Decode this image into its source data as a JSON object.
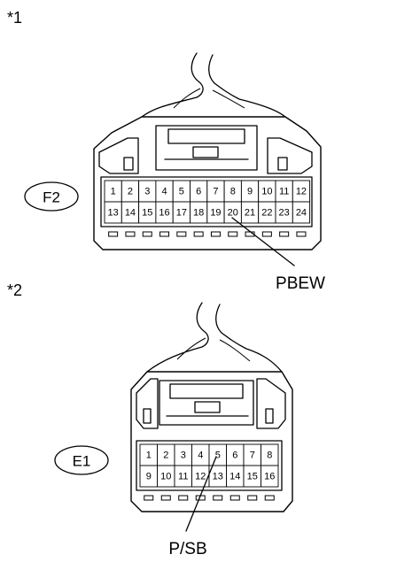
{
  "connectors": [
    {
      "ref_mark": "*1",
      "code": "F2",
      "pins_top": [
        "1",
        "2",
        "3",
        "4",
        "5",
        "6",
        "7",
        "8",
        "9",
        "10",
        "11",
        "12"
      ],
      "pins_bottom": [
        "13",
        "14",
        "15",
        "16",
        "17",
        "18",
        "19",
        "20",
        "21",
        "22",
        "23",
        "24"
      ],
      "callout": {
        "label": "PBEW",
        "pin": "20"
      }
    },
    {
      "ref_mark": "*2",
      "code": "E1",
      "pins_top": [
        "1",
        "2",
        "3",
        "4",
        "5",
        "6",
        "7",
        "8"
      ],
      "pins_bottom": [
        "9",
        "10",
        "11",
        "12",
        "13",
        "14",
        "15",
        "16"
      ],
      "callout": {
        "label": "P/SB",
        "pin": "5"
      }
    }
  ]
}
